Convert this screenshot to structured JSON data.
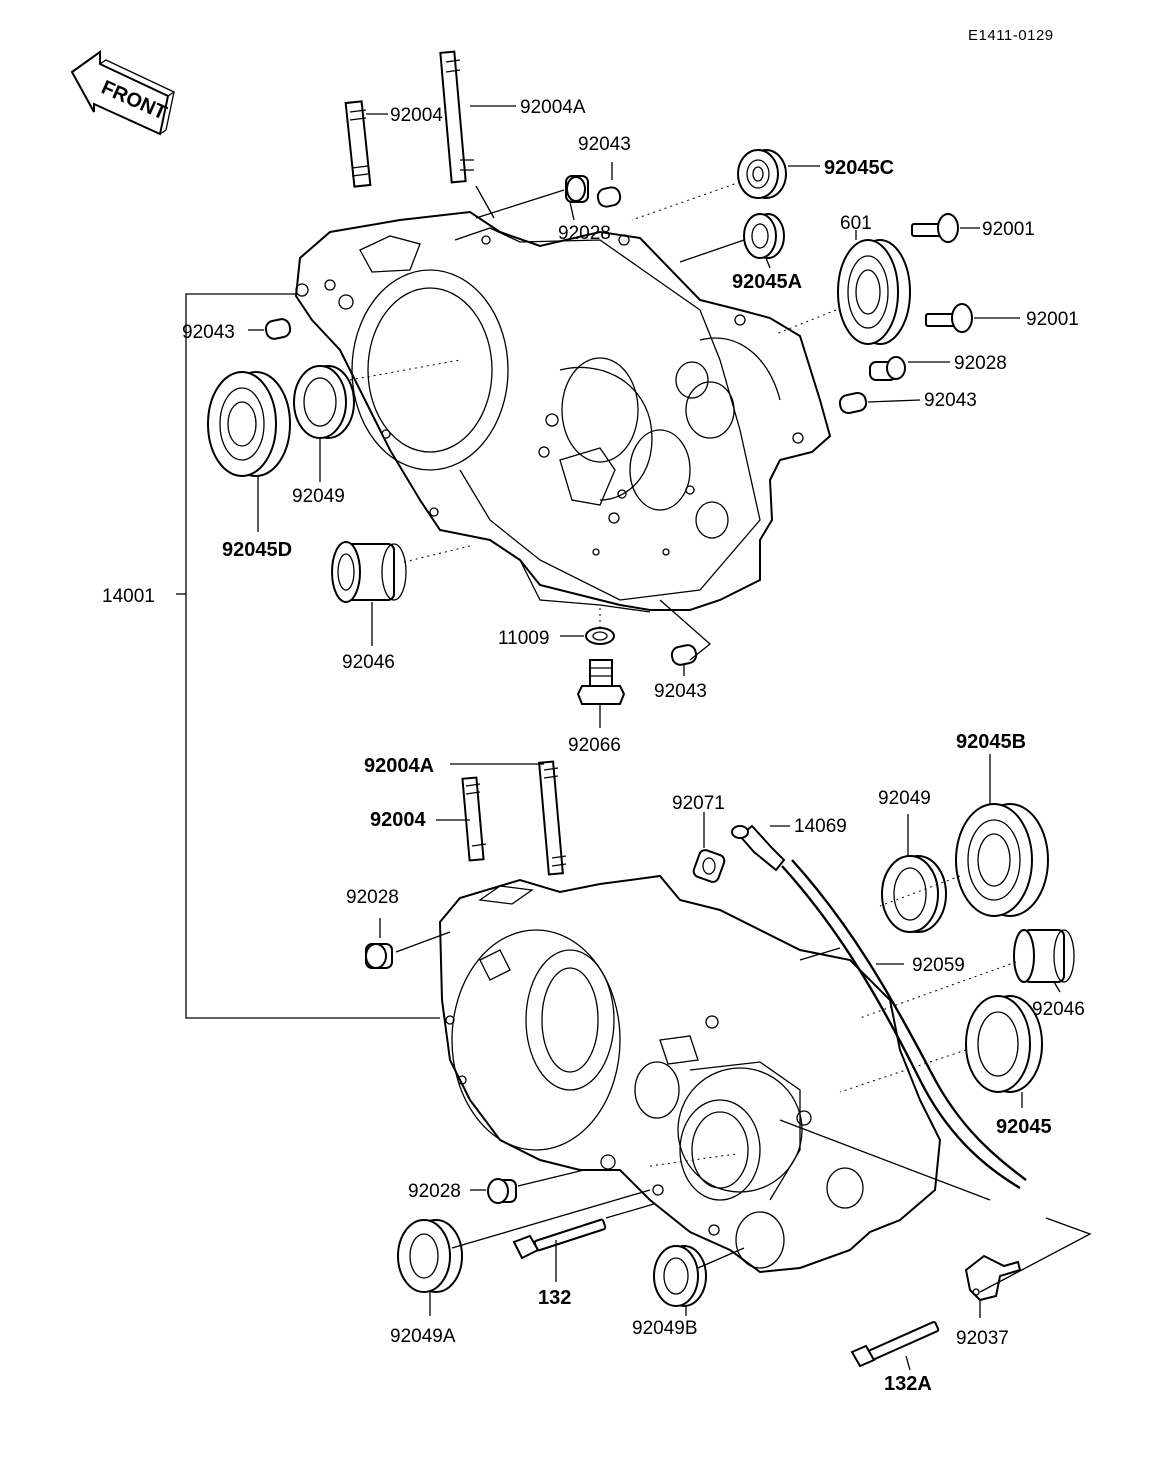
{
  "diagram_code": "E1411-0129",
  "front_label": "FRONT",
  "labels": {
    "p92004_top": "92004",
    "p92004A_top": "92004A",
    "p92043_a": "92043",
    "p92045C": "92045C",
    "p92028_a": "92028",
    "p92045A": "92045A",
    "p601": "601",
    "p92001_a": "92001",
    "p92001_b": "92001",
    "p92043_b": "92043",
    "p92028_b": "92028",
    "p92043_c": "92043",
    "p92049_a": "92049",
    "p92045D": "92045D",
    "p14001": "14001",
    "p92046_a": "92046",
    "p11009": "11009",
    "p92043_d": "92043",
    "p92066": "92066",
    "p92004A_bot": "92004A",
    "p92004_bot": "92004",
    "p92071": "92071",
    "p14069": "14069",
    "p92049_b": "92049",
    "p92045B": "92045B",
    "p92028_c": "92028",
    "p92059": "92059",
    "p92046_b": "92046",
    "p92045": "92045",
    "p92028_d": "92028",
    "p92049A": "92049A",
    "p132": "132",
    "p92049B": "92049B",
    "p92037": "92037",
    "p132A": "132A"
  }
}
